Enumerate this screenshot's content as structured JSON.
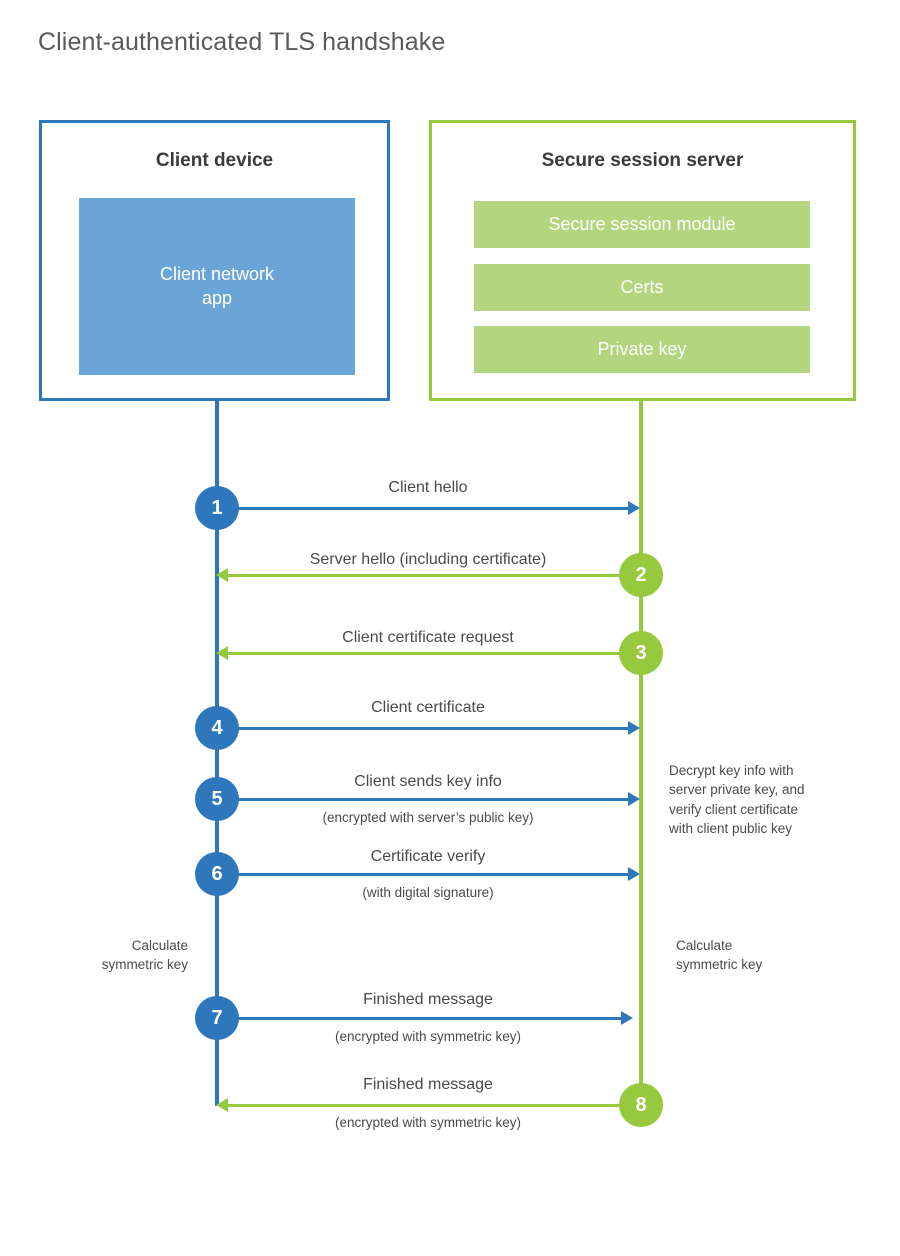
{
  "title": "Client-authenticated TLS handshake",
  "colors": {
    "client_blue": "#2E77BC",
    "client_app_fill": "#6BA5D7",
    "server_green": "#96C93D",
    "server_bar_fill": "#B3D57E",
    "text_gray": "#4A4A4A",
    "title_gray": "#595959",
    "heading_dark": "#3A3A3A"
  },
  "client": {
    "title": "Client device",
    "app_label": "Client network\napp"
  },
  "server": {
    "title": "Secure session server",
    "components": [
      {
        "label": "Secure session module"
      },
      {
        "label": "Certs"
      },
      {
        "label": "Private key"
      }
    ]
  },
  "messages": [
    {
      "number": "1",
      "label": "Client hello",
      "sublabel": "",
      "direction": "client-to-server",
      "color": "blue"
    },
    {
      "number": "2",
      "label": "Server hello (including certificate)",
      "sublabel": "",
      "direction": "server-to-client",
      "color": "green"
    },
    {
      "number": "3",
      "label": "Client certificate request",
      "sublabel": "",
      "direction": "server-to-client",
      "color": "green"
    },
    {
      "number": "4",
      "label": "Client certificate",
      "sublabel": "",
      "direction": "client-to-server",
      "color": "blue"
    },
    {
      "number": "5",
      "label": "Client sends key info",
      "sublabel": "(encrypted with server’s public key)",
      "direction": "client-to-server",
      "color": "blue"
    },
    {
      "number": "6",
      "label": "Certificate verify",
      "sublabel": "(with digital signature)",
      "direction": "client-to-server",
      "color": "blue"
    },
    {
      "number": "7",
      "label": "Finished message",
      "sublabel": "(encrypted with symmetric key)",
      "direction": "client-to-server",
      "color": "blue"
    },
    {
      "number": "8",
      "label": "Finished message",
      "sublabel": "(encrypted with symmetric key)",
      "direction": "server-to-client",
      "color": "green"
    }
  ],
  "notes": {
    "server_decrypt": "Decrypt key info with\nserver private key, and\nverify client certificate\nwith client public key",
    "client_symmetric": "Calculate\nsymmetric key",
    "server_symmetric": "Calculate\nsymmetric key"
  }
}
